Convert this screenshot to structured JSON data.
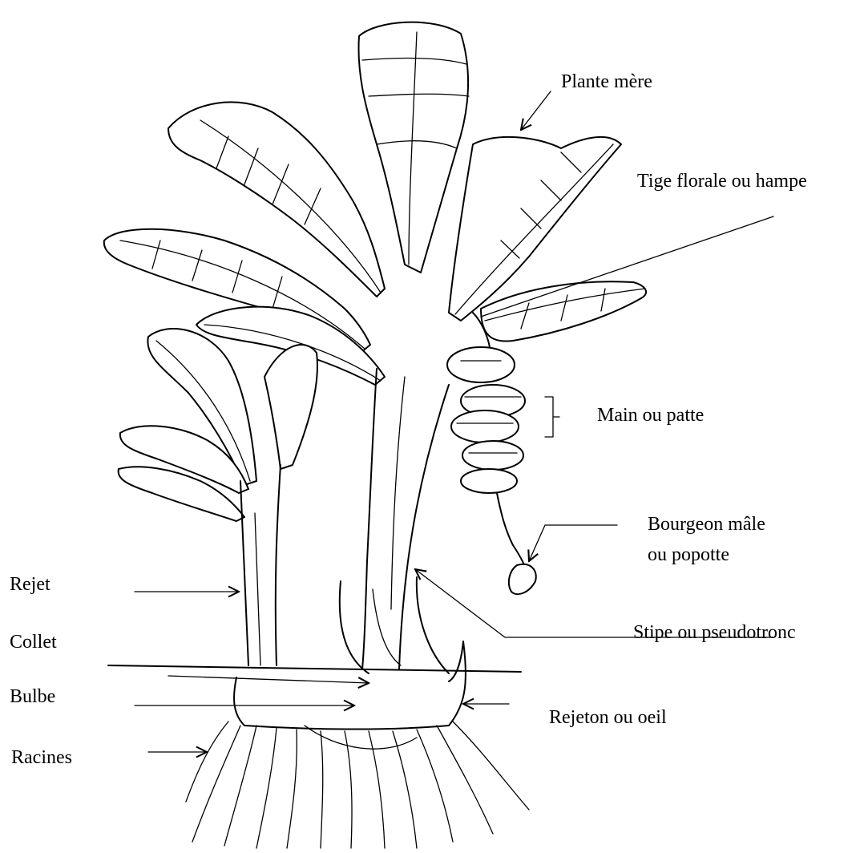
{
  "labels": {
    "plante_mere": "Plante mère",
    "tige_florale": "Tige florale ou hampe",
    "main": "Main ou patte",
    "bourgeon_line1": "Bourgeon mâle",
    "bourgeon_line2": "ou popotte",
    "stipe": "Stipe ou pseudotronc",
    "rejeton": "Rejeton ou oeil",
    "rejet": "Rejet",
    "collet": "Collet",
    "bulbe": "Bulbe",
    "racines": "Racines"
  },
  "colors": {
    "ink": "#000000",
    "paper": "#ffffff"
  }
}
